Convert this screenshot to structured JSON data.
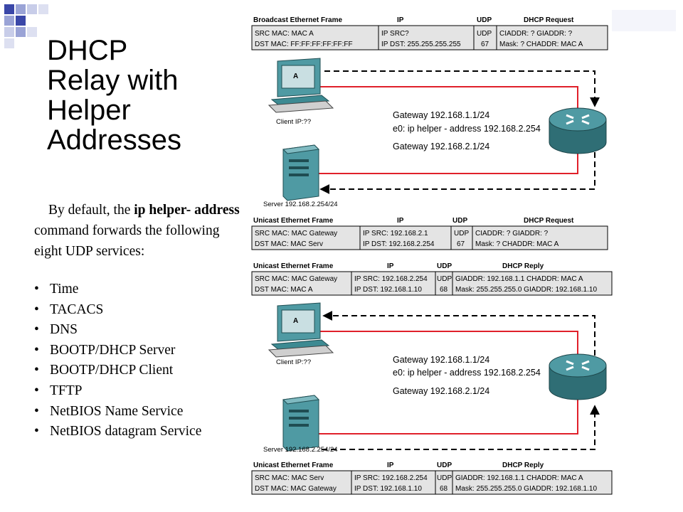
{
  "title": {
    "lines": [
      "DHCP",
      "Relay with",
      "Helper",
      "Addresses"
    ]
  },
  "intro": {
    "pre": "By default, the ",
    "bold1": "ip helper-",
    "bold2": "address",
    "post": " command forwards the following eight UDP services:"
  },
  "services": [
    "Time",
    "TACACS",
    "DNS",
    "BOOTP/DHCP Server",
    "BOOTP/DHCP Client",
    "TFTP",
    "NetBIOS Name Service",
    "NetBIOS datagram Service"
  ],
  "bullet_char": "•",
  "topology": {
    "client_letter": "A",
    "client_label": "Client IP:??",
    "server_label": "Server 192.168.2.254/24",
    "gw1": "Gateway 192.168.1.1/24",
    "helper": "e0: ip helper - address 192.168.2.254",
    "gw2": "Gateway 192.168.2.1/24"
  },
  "frames": [
    {
      "headers": [
        "Broadcast Ethernet Frame",
        "IP",
        "UDP",
        "DHCP Request"
      ],
      "row1": [
        "SRC MAC: MAC A",
        "IP SRC?",
        "UDP",
        "CIADDR: ?  GIADDR: ?"
      ],
      "row2": [
        "DST MAC: FF:FF:FF:FF:FF:FF",
        "IP DST: 255.255.255.255",
        "67",
        "Mask:     ?  CHADDR: MAC A"
      ]
    },
    {
      "headers": [
        "Unicast Ethernet Frame",
        "IP",
        "UDP",
        "DHCP Request"
      ],
      "row1": [
        "SRC MAC: MAC Gateway",
        "IP SRC: 192.168.2.1",
        "UDP",
        "CIADDR: ?  GIADDR: ?"
      ],
      "row2": [
        "DST MAC: MAC Serv",
        "IP DST: 192.168.2.254",
        "67",
        "Mask:     ?  CHADDR: MAC A"
      ]
    },
    {
      "headers": [
        "Unicast Ethernet Frame",
        "IP",
        "UDP",
        "DHCP Reply"
      ],
      "row1": [
        "SRC MAC: MAC Gateway",
        "IP SRC: 192.168.2.254",
        "UDP",
        "GIADDR: 192.168.1.1 CHADDR: MAC A"
      ],
      "row2": [
        "DST MAC: MAC A",
        "IP DST: 192.168.1.10",
        "68",
        "Mask: 255.255.255.0 GIADDR: 192.168.1.10"
      ]
    },
    {
      "headers": [
        "Unicast Ethernet Frame",
        "IP",
        "UDP",
        "DHCP Reply"
      ],
      "row1": [
        "SRC MAC: MAC Serv",
        "IP SRC: 192.168.2.254",
        "UDP",
        "GIADDR: 192.168.1.1 CHADDR: MAC A"
      ],
      "row2": [
        "DST MAC: MAC Gateway",
        "IP DST: 192.168.1.10",
        "68",
        "Mask: 255.255.255.0 GIADDR: 192.168.1.10"
      ]
    }
  ],
  "colors": {
    "red_path": "#e0202a",
    "dashed_path": "#000000",
    "router": "#3d8a92",
    "table_fill": "#e4e4e4",
    "deco_blue": "#3a47a8"
  }
}
